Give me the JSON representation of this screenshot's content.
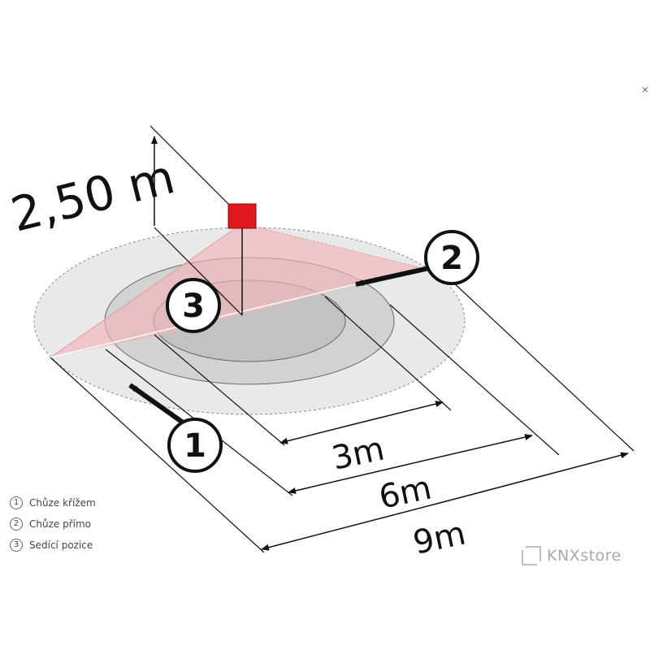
{
  "diagram": {
    "height_label": "2,50 m",
    "dimensions": [
      "3m",
      "6m",
      "9m"
    ],
    "markers": [
      "1",
      "2",
      "3"
    ],
    "colors": {
      "sensor": "#e0191e",
      "cone": "#f2b5b8",
      "zone_outer": "#e9e9e9",
      "zone_middle": "#cfcfcf",
      "zone_inner": "#bdbdbd",
      "line": "#111111"
    }
  },
  "legend": [
    {
      "number": "1",
      "label": "Chůze křížem"
    },
    {
      "number": "2",
      "label": "Chůze přímo"
    },
    {
      "number": "3",
      "label": "Sedící pozice"
    }
  ],
  "close_label": "×",
  "brand": {
    "text": "KNXstore",
    "icon": "knx-logo-icon"
  }
}
